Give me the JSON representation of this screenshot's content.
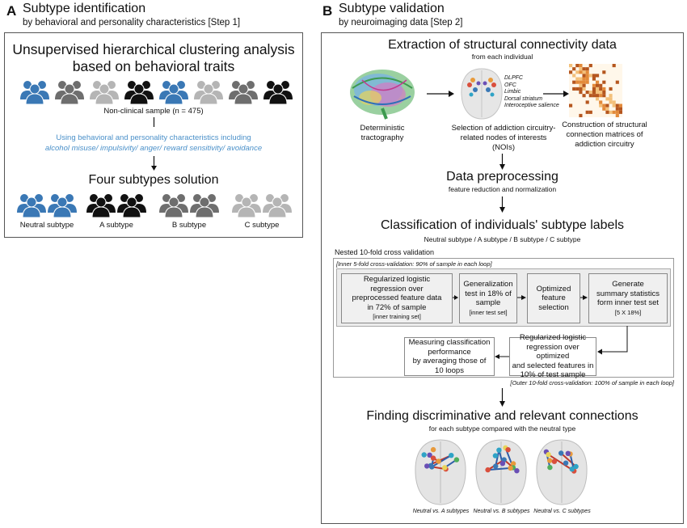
{
  "panel_a": {
    "letter": "A",
    "title": "Subtype identification",
    "subtitle": "by behavioral and personality characteristics [Step 1]",
    "heading_line1": "Unsupervised hierarchical clustering analysis",
    "heading_line2": "based on behavioral traits",
    "sample_label": "Non-clinical sample (n = 475)",
    "using_line1": "Using behavioral and personality characteristics including",
    "using_line2": "alcohol misuse/ impulsivity/ anger/ reward sensitivity/ avoidance",
    "solution_title": "Four subtypes solution",
    "subtypes": [
      "Neutral subtype",
      "A subtype",
      "B subtype",
      "C subtype"
    ],
    "colors": {
      "neutral": "#3a78b5",
      "a": "#111111",
      "b": "#6e6e6e",
      "c": "#b5b5b5",
      "accent_text": "#4a90c9"
    },
    "icon": "people-group-icon"
  },
  "panel_b": {
    "letter": "B",
    "title": "Subtype validation",
    "subtitle": "by neuroimaging data [Step 2]",
    "extraction_title": "Extraction of structural connectivity data",
    "extraction_sub": "from each individual",
    "tract_label_1": "Deterministic",
    "tract_label_2": "tractography",
    "noi_list": [
      "DLPFC",
      "OFC",
      "Limbic",
      "Dorsal striatum",
      "Interoceptive salience"
    ],
    "noi_caption_1": "Selection of addiction circuitry-",
    "noi_caption_2": "related nodes of interests",
    "noi_caption_3": "(NOIs)",
    "matrix_caption_1": "Construction of structural",
    "matrix_caption_2": "connection matrices of",
    "matrix_caption_3": "addiction circuitry",
    "preproc_title": "Data preprocessing",
    "preproc_sub": "feature reduction and normalization",
    "class_title": "Classification of individuals' subtype labels",
    "class_sub": "Neutral subtype / A subtype / B subtype / C subtype",
    "nested_label": "Nested 10-fold cross validation",
    "inner_label": "[Inner 5-fold cross-validation: 90% of sample in each loop]",
    "outer_label": "[Outer 10-fold cross-validation: 100% of sample in each loop]",
    "step1": [
      "Regularized logistic",
      "regression over",
      "preprocessed feature data",
      "in 72% of sample"
    ],
    "step1_note": "[inner training set]",
    "step2": [
      "Generalization",
      "test in 18% of",
      "sample"
    ],
    "step2_note": "[inner test set]",
    "step3": [
      "Optimized",
      "feature",
      "selection"
    ],
    "step4": [
      "Generate",
      "summary statistics",
      "form inner test set"
    ],
    "step4_note": "[5 X 18%]",
    "step5": [
      "Regularized logistic",
      "regression over optimized",
      "and selected features in",
      "10% of test sample"
    ],
    "step6": [
      "Measuring classification",
      "performance",
      "by averaging those of",
      "10 loops"
    ],
    "finding_title": "Finding discriminative and relevant connections",
    "finding_sub": "for each subtype compared with the neutral type",
    "brain_captions": [
      "Neutral vs. A subtypes",
      "Neutral vs. B subtypes",
      "Neutral vs. C subtypes"
    ]
  }
}
